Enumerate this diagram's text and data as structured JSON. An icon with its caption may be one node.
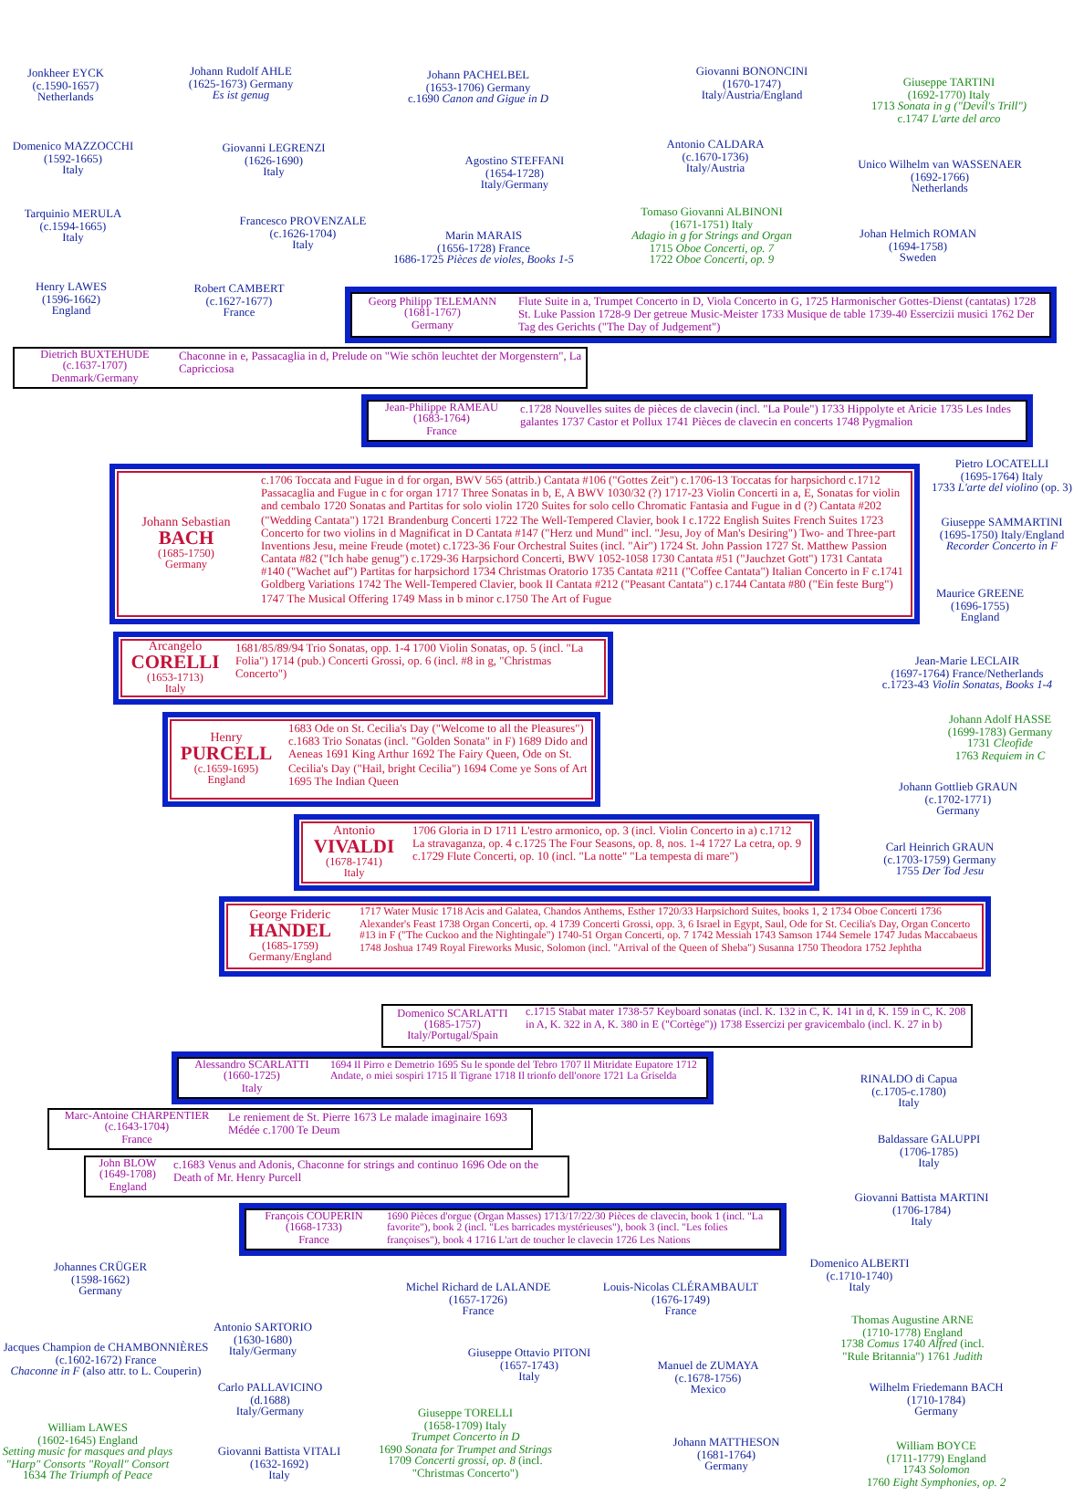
{
  "diagram": {
    "nodes": [
      {
        "text": [
          "Georg Philipp TELEMANN",
          "(1681-1767)",
          "Germany",
          "Flute Suite in a, Trumpet Concerto in D, Viola Concerto in G, 1725 Harmonischer Gottes-Dienst (cantatas) 1728 St. Luke Passion 1728-9 Der getreue Music-Meister 1733 Musique de table 1739-40 Essercizii musici 1762 Der Tag des Gerichts (\"The Day of Judgement\")"
        ]
      },
      {
        "text": [
          "Dietrich BUXTEHUDE",
          "(c.1637-1707)",
          "Denmark/Germany",
          "Chaconne in e, Passacaglia in d, Prelude on \"Wie schön leuchtet der Morgenstern\", La Capricciosa"
        ]
      },
      {
        "text": [
          "Jean-Philippe RAMEAU",
          "(1683-1764)",
          "France",
          "c.1728 Nouvelles suites de pièces de clavecin (incl. \"La Poule\") 1733 Hippolyte et Aricie 1735 Les Indes galantes 1737 Castor et Pollux 1741 Pièces de clavecin en concerts 1748 Pygmalion"
        ]
      },
      {
        "text": [
          "Johann Sebastian",
          "BACH",
          "(1685-1750)",
          "Germany",
          "c.1706 Toccata and Fugue in d for organ, BWV 565 (attrib.) Cantata #106 (\"Gottes Zeit\") c.1706-13 Toccatas for harpsichord c.1712 Passacaglia and Fugue in c for organ 1717 Three Sonatas in b, E, A BWV 1030/32 (?) 1717-23 Violin Concerti in a, E, Sonatas for violin and cembalo 1720 Sonatas and Partitas for solo violin 1720 Suites for solo cello Chromatic Fantasia and Fugue in d (?) Cantata #202 (\"Wedding Cantata\") 1721 Brandenburg Concerti 1722 The Well-Tempered Clavier, book I c.1722 English Suites French Suites 1723 Concerto for two violins in d Magnificat in D Cantata #147 (\"Herz und Mund\" incl. \"Jesu, Joy of Man's Desiring\") Two- and Three-part Inventions Jesu, meine Freude (motet) c.1723-36 Four Orchestral Suites (incl. \"Air\") 1724 St. John Passion 1727 St. Matthew Passion Cantata #82 (\"Ich habe genug\") c.1729-36 Harpsichord Concerti, BWV 1052-1058 1730 Cantata #51 (\"Jauchzet Gott\") 1731 Cantata #140 (\"Wachet auf\") Partitas for harpsichord 1734 Christmas Oratorio 1735 Cantata #211 (\"Coffee Cantata\") Italian Concerto in F c.1741 Goldberg Variations 1742 The Well-Tempered Clavier, book II Cantata #212 (\"Peasant Cantata\") c.1744 Cantata #80 (\"Ein feste Burg\") 1747 The Musical Offering 1749 Mass in b minor c.1750 The Art of Fugue"
        ]
      },
      {
        "text": [
          "Arcangelo",
          "CORELLI",
          "(1653-1713)",
          "Italy",
          "1681/85/89/94 Trio Sonatas, opp. 1-4 1700 Violin Sonatas, op. 5 (incl. \"La Folia\") 1714 (pub.) Concerti Grossi, op. 6 (incl. #8 in g, \"Christmas Concerto\")"
        ]
      },
      {
        "text": [
          "Henry",
          "PURCELL",
          "(c.1659-1695)",
          "England",
          "1683 Ode on St. Cecilia's Day (\"Welcome to all the Pleasures\") c.1683 Trio Sonatas (incl. \"Golden Sonata\" in F) 1689 Dido and Aeneas 1691 King Arthur 1692 The Fairy Queen, Ode on St. Cecilia's Day (\"Hail, bright Cecilia\") 1694 Come ye Sons of Art 1695 The Indian Queen"
        ]
      },
      {
        "text": [
          "Antonio",
          "VIVALDI",
          "(1678-1741)",
          "Italy",
          "1706 Gloria in D 1711 L'estro armonico, op. 3 (incl. Violin Concerto in a) c.1712 La stravaganza, op. 4 c.1725 The Four Seasons, op. 8, nos. 1-4 1727 La cetra, op. 9 c.1729 Flute Concerti, op. 10 (incl. \"La notte\" \"La tempesta di mare\")"
        ]
      },
      {
        "text": [
          "George Frideric",
          "HANDEL",
          "(1685-1759)",
          "Germany/England",
          "1717 Water Music 1718 Acis and Galatea, Chandos Anthems, Esther 1720/33 Harpsichord Suites, books 1, 2 1734 Oboe Concerti 1736 Alexander's Feast 1738 Organ Concerti, op. 4 1739 Concerti Grossi, opp. 3, 6 Israel in Egypt, Saul, Ode for St. Cecilia's Day, Organ Concerto #13 in F (\"The Cuckoo and the Nightingale\") 1740-51 Organ Concerti, op. 7 1742 Messiah 1743 Samson 1744 Semele 1747 Judas Maccabaeus 1748 Joshua 1749 Royal Fireworks Music, Solomon (incl. \"Arrival of the Queen of Sheba\") Susanna 1750 Theodora 1752 Jephtha"
        ]
      },
      {
        "text": [
          "Domenico SCARLATTI",
          "(1685-1757)",
          "Italy/Portugal/Spain",
          "c.1715 Stabat mater 1738-57 Keyboard sonatas (incl. K. 132 in C, K. 141 in d, K. 159 in C, K. 208 in A, K. 322 in A, K. 380 in E (\"Cortège\")) 1738 Essercizi per gravicembalo (incl. K. 27 in b)"
        ]
      },
      {
        "text": [
          "Alessandro SCARLATTI",
          "(1660-1725)",
          "Italy",
          "1694 Il Pirro e Demetrio 1695 Su le sponde del Tebro 1707 Il Mitridate Eupatore 1712 Andate, o miei sospiri 1715 Il Tigrane 1718 Il trionfo dell'onore 1721 La Griselda"
        ]
      },
      {
        "text": [
          "Marc-Antoine CHARPENTIER",
          "(c.1643-1704)",
          "France",
          "Le reniement de St. Pierre 1673 Le malade imaginaire 1693 Médée c.1700 Te Deum"
        ]
      },
      {
        "text": [
          "John BLOW",
          "(1649-1708)",
          "England",
          "c.1683 Venus and Adonis, Chaconne for strings and continuo 1696 Ode on the Death of Mr. Henry Purcell"
        ]
      },
      {
        "text": [
          "François COUPERIN",
          "(1668-1733)",
          "France",
          "1690 Pièces d'orgue (Organ Masses) 1713/17/22/30 Pièces de clavecin, book 1 (incl. \"La favorite\"), book 2 (incl. \"Les barricades mystérieuses\"), book 3 (incl. \"Les folies françoises\"), book 4 1716 L'art de toucher le clavecin 1726 Les Nations"
        ]
      }
    ],
    "labels": [
      "Jonkheer EYCK",
      "(c.1590-1657)",
      "Netherlands",
      "Johann Rudolf AHLE",
      "(1625-1673) Germany",
      "Es ist genug",
      "Johann PACHELBEL",
      "(1653-1706) Germany",
      "c.1690 *Canon and Gigue in D*",
      "Giovanni BONONCINI",
      "(1670-1747)",
      "Italy/Austria/England",
      "Giuseppe TARTINI",
      "(1692-1770) Italy",
      "1713 *Sonata in g (\"Devil's Trill\")*",
      "c.1747 *L'arte del arco*",
      "Domenico MAZZOCCHI",
      "(1592-1665)",
      "Italy",
      "Giovanni LEGRENZI",
      "(1626-1690)",
      "Italy",
      "Agostino STEFFANI",
      "(1654-1728)",
      "Italy/Germany",
      "Antonio CALDARA",
      "(c.1670-1736)",
      "Italy/Austria",
      "Unico Wilhelm van WASSENAER",
      "(1692-1766)",
      "Netherlands",
      "Tarquinio MERULA",
      "(c.1594-1665)",
      "Italy",
      "Francesco PROVENZALE",
      "(c.1626-1704)",
      "Italy",
      "Marin MARAIS",
      "(1656-1728) France",
      "1686-1725 *Pièces de violes, Books 1-5*",
      "Tomaso Giovanni ALBINONI",
      "(1671-1751) Italy",
      "Adagio in g for Strings and Organ",
      "1715 *Oboe Concerti, op. 7*",
      "1722 *Oboe Concerti, op. 9*",
      "Johan Helmich ROMAN",
      "(1694-1758)",
      "Sweden",
      "Henry LAWES",
      "(1596-1662)",
      "England",
      "Robert CAMBERT",
      "(c.1627-1677)",
      "France",
      "Pietro LOCATELLI",
      "(1695-1764) Italy",
      "1733 *L'arte del violino* (op. 3)",
      "Giuseppe SAMMARTINI",
      "(1695-1750) Italy/England",
      "Recorder Concerto in F",
      "Maurice GREENE",
      "(1696-1755)",
      "England",
      "Jean-Marie LECLAIR",
      "(1697-1764) France/Netherlands",
      "c.1723-43 *Violin Sonatas, Books 1-4*",
      "Johann Adolf HASSE",
      "(1699-1783) Germany",
      "1731 *Cleofide*",
      "1763 *Requiem in C*",
      "Johann Gottlieb GRAUN",
      "(c.1702-1771)",
      "Germany",
      "Carl Heinrich GRAUN",
      "(c.1703-1759) Germany",
      "1755 *Der Tod Jesu*",
      "RINALDO di Capua",
      "(c.1705-c.1780)",
      "Italy",
      "Baldassare GALUPPI",
      "(1706-1785)",
      "Italy",
      "Giovanni Battista MARTINI",
      "(1706-1784)",
      "Italy",
      "Domenico ALBERTI",
      "(c.1710-1740)",
      "Italy",
      "Johannes CRÜGER",
      "(1598-1662)",
      "Germany",
      "Michel Richard de LALANDE",
      "(1657-1726)",
      "France",
      "Louis-Nicolas CLÉRAMBAULT",
      "(1676-1749)",
      "France",
      "Thomas Augustine ARNE",
      "(1710-1778) England",
      "1738 *Comus* 1740 *Alfred* (incl. \"Rule Britannia\") 1761 *Judith*",
      "Antonio SARTORIO",
      "(1630-1680)",
      "Italy/Germany",
      "Jacques Champion de CHAMBONNIÈRES",
      "(c.1602-1672) France",
      "*Chaconne in F* (also attr. to L. Couperin)",
      "Giuseppe Ottavio PITONI",
      "(1657-1743)",
      "Italy",
      "Manuel de ZUMAYA",
      "(c.1678-1756)",
      "Mexico",
      "Carlo PALLAVICINO",
      "(d.1688)",
      "Italy/Germany",
      "Wilhelm Friedemann BACH",
      "(1710-1784)",
      "Germany",
      "Giuseppe TORELLI",
      "(1658-1709) Italy",
      "Trumpet Concerto in D",
      "1690 *Sonata for Trumpet and Strings*",
      "1709 *Concerti grossi, op. 8* (incl. \"Christmas Concerto\")",
      "William LAWES",
      "(1602-1645) England",
      "Setting music for masques and plays",
      "\"Harp\" Consorts \"Royall\" Consort",
      "1634 *The Triumph of Peace*",
      "Johann MATTHESON",
      "(1681-1764)",
      "Germany",
      "William BOYCE",
      "(1711-1779) England",
      "1743 *Solomon*",
      "1760 *Eight Symphonies, op. 2*",
      "Giovanni Battista VITALI",
      "(1632-1692)",
      "Italy"
    ]
  }
}
